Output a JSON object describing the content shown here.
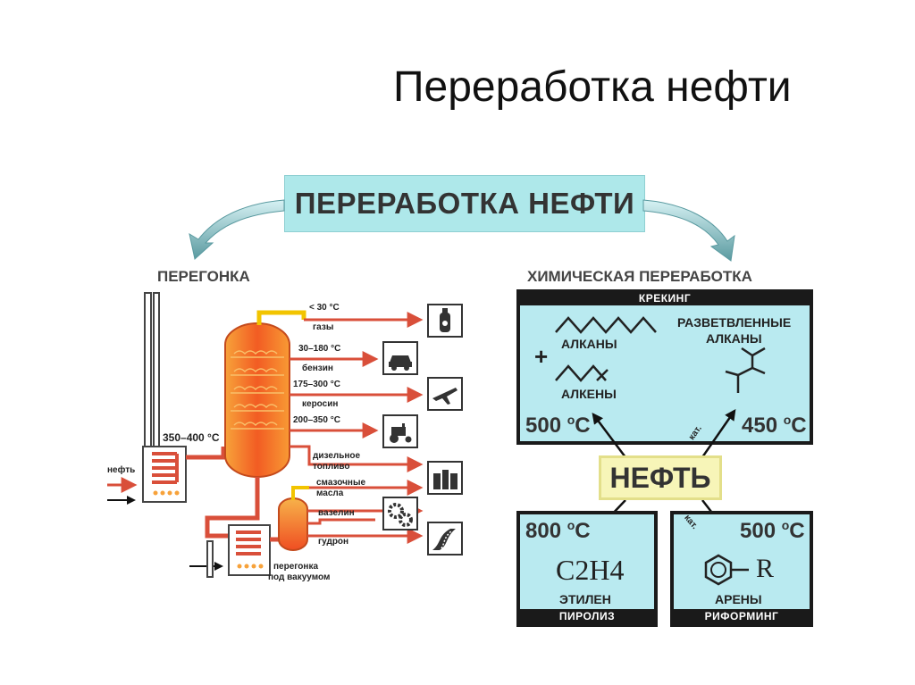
{
  "slide": {
    "title": "Переработка нефти"
  },
  "banner": {
    "title": "ПЕРЕРАБОТКА НЕФТИ"
  },
  "distillation": {
    "heading": "ПЕРЕГОНКА",
    "feed_label": "нефть",
    "furnace_temp": "350–400 °C",
    "vacuum_label_1": "перегонка",
    "vacuum_label_2": "под вакуумом",
    "fractions": [
      {
        "temp": "< 30 °C",
        "name": "газы",
        "icon": "gas-cylinder-icon"
      },
      {
        "temp": "30–180 °C",
        "name": "бензин",
        "icon": "car-icon"
      },
      {
        "temp": "175–300 °C",
        "name": "керосин",
        "icon": "airplane-icon"
      },
      {
        "temp": "200–350 °C",
        "name": "",
        "icon": "tractor-icon"
      }
    ],
    "lower_products": [
      {
        "name_1": "дизельное",
        "name_2": "топливо"
      },
      {
        "name_1": "смазочные",
        "name_2": "масла",
        "icon": "bottles-icon"
      },
      {
        "name_1": "вазелин",
        "name_2": "",
        "icon": "gears-icon"
      },
      {
        "name_1": "гудрон",
        "name_2": "",
        "icon": "road-icon"
      }
    ]
  },
  "chemical": {
    "heading": "ХИМИЧЕСКАЯ ПЕРЕРАБОТКА",
    "cracking": {
      "bar": "КРЕКИНГ",
      "alkanes": "АЛКАНЫ",
      "alkenes": "АЛКЕНЫ",
      "plus": "+",
      "branched_1": "РАЗВЕТВЛЕННЫЕ",
      "branched_2": "АЛКАНЫ",
      "temp_left": "500",
      "temp_right": "450",
      "cat": "кат."
    },
    "center": "НЕФТЬ",
    "pyrolysis": {
      "bar": "ПИРОЛИЗ",
      "temp": "800",
      "formula": "C2H4",
      "product": "ЭТИЛЕН"
    },
    "reforming": {
      "bar": "РИФОРМИНГ",
      "temp": "500",
      "cat": "кат.",
      "r": "R",
      "product": "АРЕНЫ"
    },
    "degree_unit": "o",
    "unit_c": "C"
  },
  "colors": {
    "banner": "#aee8ea",
    "panel": "#b9eaf0",
    "neft": "#f7f5b8",
    "column": "#f05a28",
    "pipe": "#d94f3a"
  }
}
